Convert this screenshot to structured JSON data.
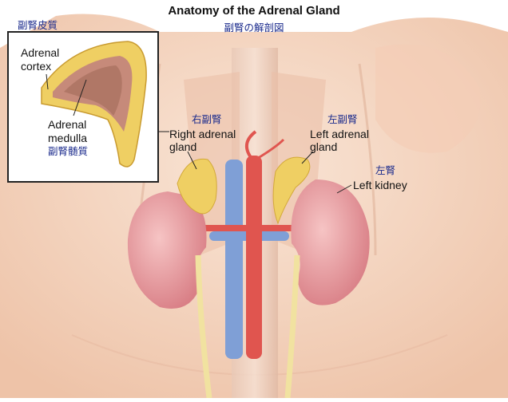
{
  "title": "Anatomy of the Adrenal Gland",
  "subtitle": "副腎の解剖図",
  "inset": {
    "heading_jp": "副腎皮質",
    "cortex_label_1": "Adrenal",
    "cortex_label_2": "cortex",
    "medulla_label_1": "Adrenal",
    "medulla_label_2": "medulla",
    "medulla_label_jp": "副腎髄質"
  },
  "labels": {
    "right_adrenal_jp": "右副腎",
    "right_adrenal_1": "Right adrenal",
    "right_adrenal_2": "gland",
    "left_adrenal_jp": "左副腎",
    "left_adrenal_1": "Left adrenal",
    "left_adrenal_2": "gland",
    "left_kidney_jp": "左腎",
    "left_kidney": "Left kidney"
  },
  "colors": {
    "skin": "#f6d9c4",
    "kidney": "#e9a0a4",
    "adrenal": "#efcf63",
    "vein": "#7f9fd6",
    "artery": "#e0554f",
    "ureter": "#f1e2a0",
    "label_jp": "#1a2a8c"
  }
}
